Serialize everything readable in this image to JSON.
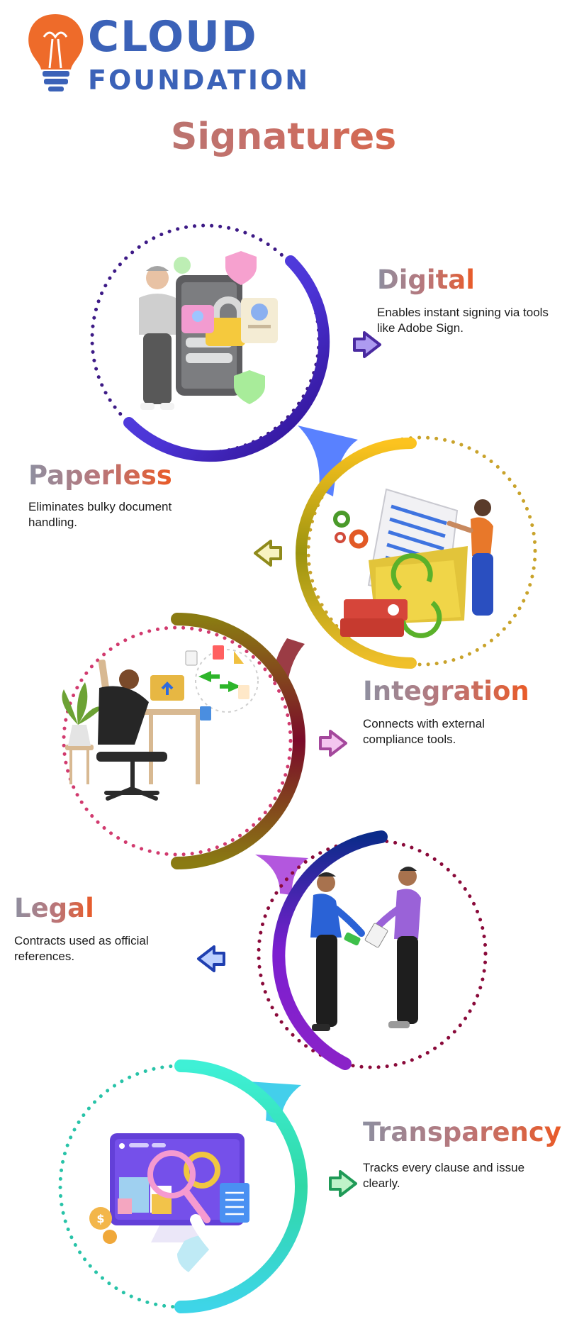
{
  "logo": {
    "line1": "CLOUD",
    "line2": "FOUNDATION"
  },
  "title": "Signatures",
  "items": [
    {
      "heading": "Digital",
      "description": "Enables instant signing via tools like Adobe Sign."
    },
    {
      "heading": "Paperless",
      "description": "Eliminates bulky document handling."
    },
    {
      "heading": "Integration",
      "description": "Connects with external compliance tools."
    },
    {
      "heading": "Legal",
      "description": "Contracts used as official references."
    },
    {
      "heading": "Transparency",
      "description": "Tracks every clause and issue clearly."
    }
  ],
  "icons": [
    "lightbulb-logo-icon",
    "person-phone-lock-icon",
    "document-folder-icon",
    "desk-worker-files-icon",
    "handshake-contract-icon",
    "dashboard-magnifier-icon"
  ],
  "colors": {
    "brand_blue": "#3b62b8",
    "brand_orange": "#ea5a26",
    "digital_arrow": "#4a2aa0",
    "paperless_arrow": "#8f8a1b",
    "integration_arrow": "#a4489c",
    "legal_arrow": "#1f3fb0",
    "transparency_arrow": "#1f9a57"
  }
}
